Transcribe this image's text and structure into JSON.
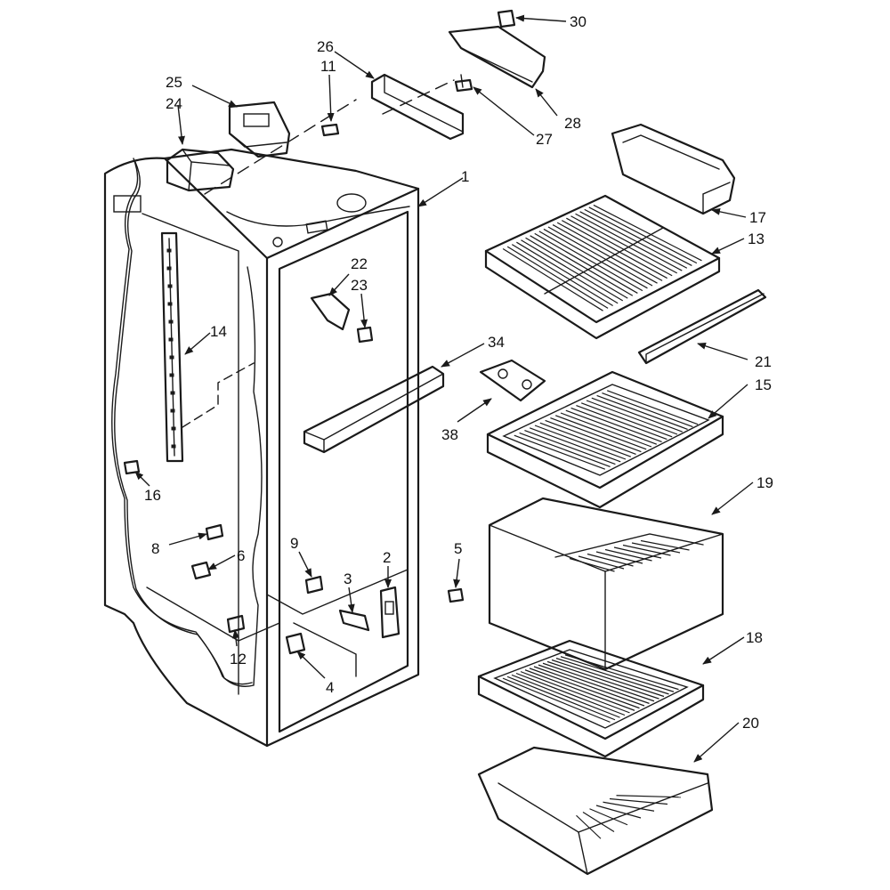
{
  "callouts": [
    {
      "id": "c1",
      "text": "1"
    },
    {
      "id": "c2",
      "text": "2"
    },
    {
      "id": "c3",
      "text": "3"
    },
    {
      "id": "c4",
      "text": "4"
    },
    {
      "id": "c5",
      "text": "5"
    },
    {
      "id": "c6",
      "text": "6"
    },
    {
      "id": "c8",
      "text": "8"
    },
    {
      "id": "c9",
      "text": "9"
    },
    {
      "id": "c11",
      "text": "11"
    },
    {
      "id": "c12",
      "text": "12"
    },
    {
      "id": "c13",
      "text": "13"
    },
    {
      "id": "c14",
      "text": "14"
    },
    {
      "id": "c15",
      "text": "15"
    },
    {
      "id": "c16",
      "text": "16"
    },
    {
      "id": "c17",
      "text": "17"
    },
    {
      "id": "c18",
      "text": "18"
    },
    {
      "id": "c19",
      "text": "19"
    },
    {
      "id": "c20",
      "text": "20"
    },
    {
      "id": "c21",
      "text": "21"
    },
    {
      "id": "c22",
      "text": "22"
    },
    {
      "id": "c23",
      "text": "23"
    },
    {
      "id": "c24",
      "text": "24"
    },
    {
      "id": "c25",
      "text": "25"
    },
    {
      "id": "c26",
      "text": "26"
    },
    {
      "id": "c27",
      "text": "27"
    },
    {
      "id": "c28",
      "text": "28"
    },
    {
      "id": "c30",
      "text": "30"
    },
    {
      "id": "c34",
      "text": "34"
    },
    {
      "id": "c38",
      "text": "38"
    }
  ]
}
